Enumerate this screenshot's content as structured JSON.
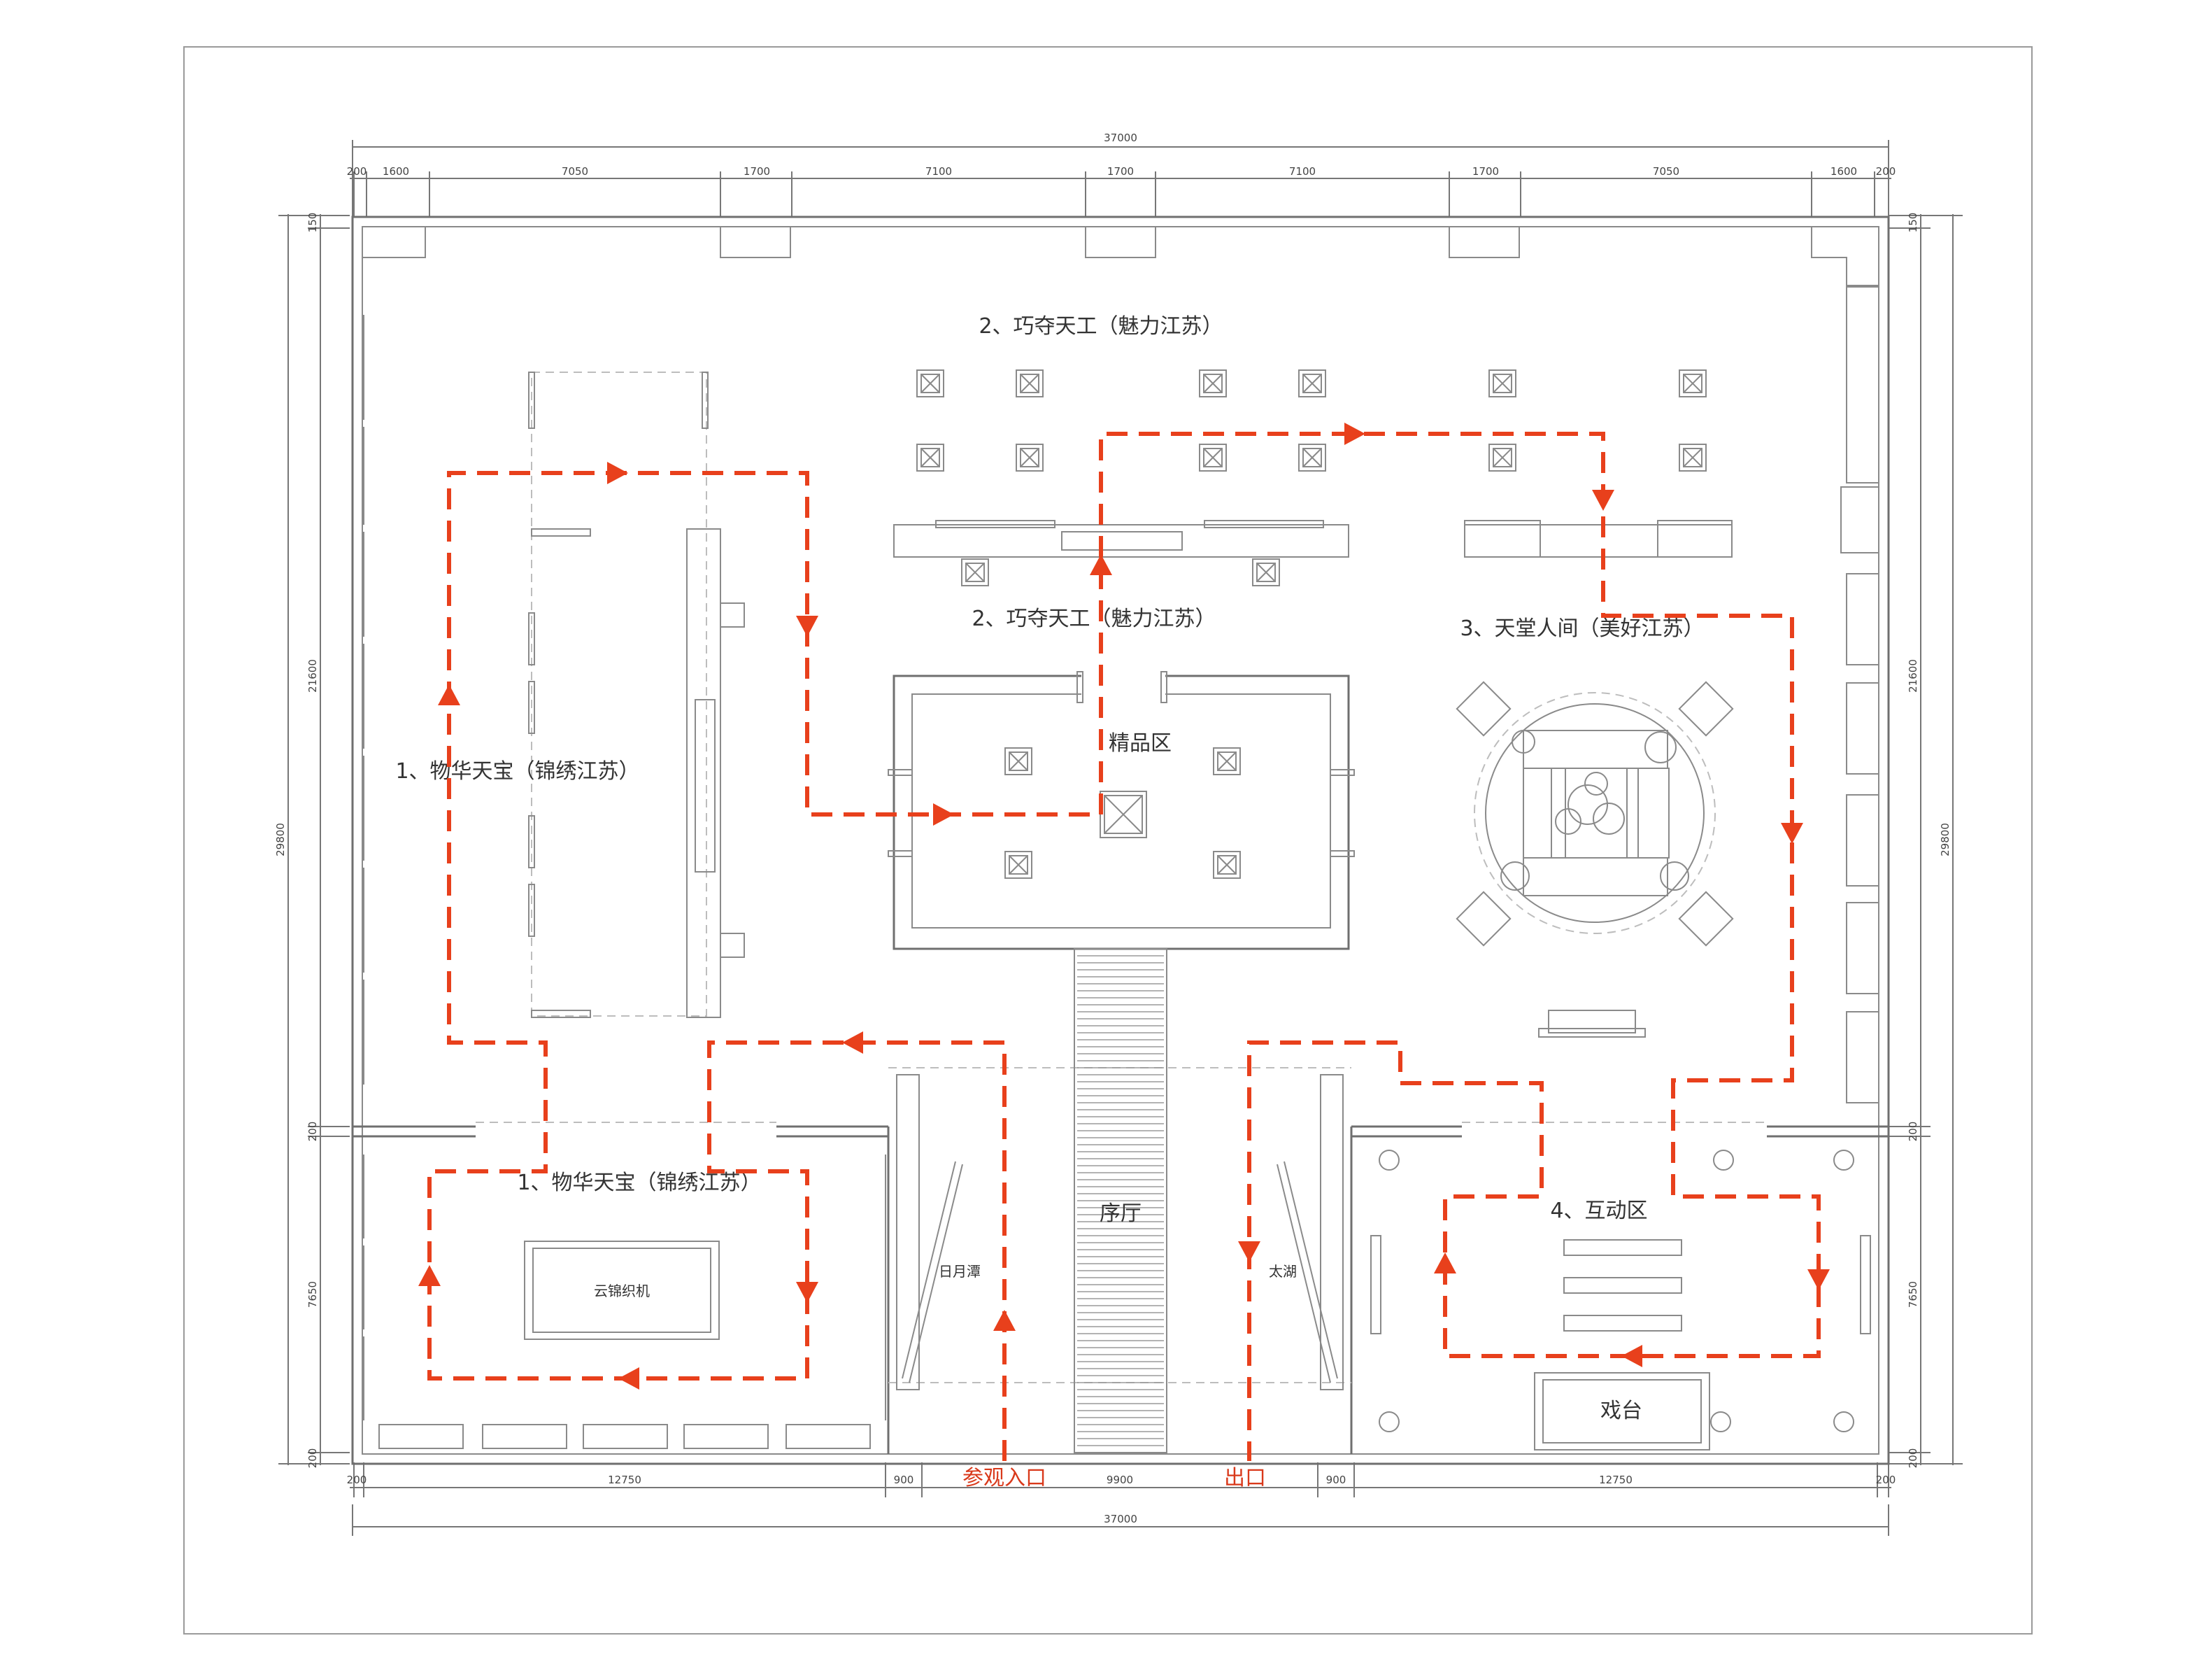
{
  "dimensions": {
    "overall_top": "37000",
    "overall_bottom": "37000",
    "top_segments": [
      "200",
      "1600",
      "7050",
      "1700",
      "7100",
      "1700",
      "7100",
      "1700",
      "7050",
      "1600",
      "200"
    ],
    "bottom_segments": [
      "200",
      "12750",
      "900",
      "9900",
      "900",
      "12750",
      "200"
    ],
    "left_total": "29800",
    "left_segments": [
      "150",
      "21600",
      "200",
      "7650",
      "200"
    ],
    "right_total": "29800",
    "right_segments": [
      "150",
      "21600",
      "200",
      "7650",
      "200"
    ]
  },
  "zones": {
    "zone1_upper": "1、物华天宝（锦绣江苏）",
    "zone1_lower": "1、物华天宝（锦绣江苏）",
    "loom": "云锦织机",
    "zone2_top": "2、巧夺天工（魅力江苏）",
    "zone2_middle": "2、巧夺天工（魅力江苏）",
    "boutique": "精品区",
    "zone3": "3、天堂人间（美好江苏）",
    "zone4": "4、互动区",
    "stage": "戏台",
    "foyer": "序厅",
    "left_wall_art": "日月潭",
    "right_wall_art": "太湖"
  },
  "route": {
    "entrance": "参观入口",
    "exit": "出口",
    "color": "#e8401c"
  }
}
